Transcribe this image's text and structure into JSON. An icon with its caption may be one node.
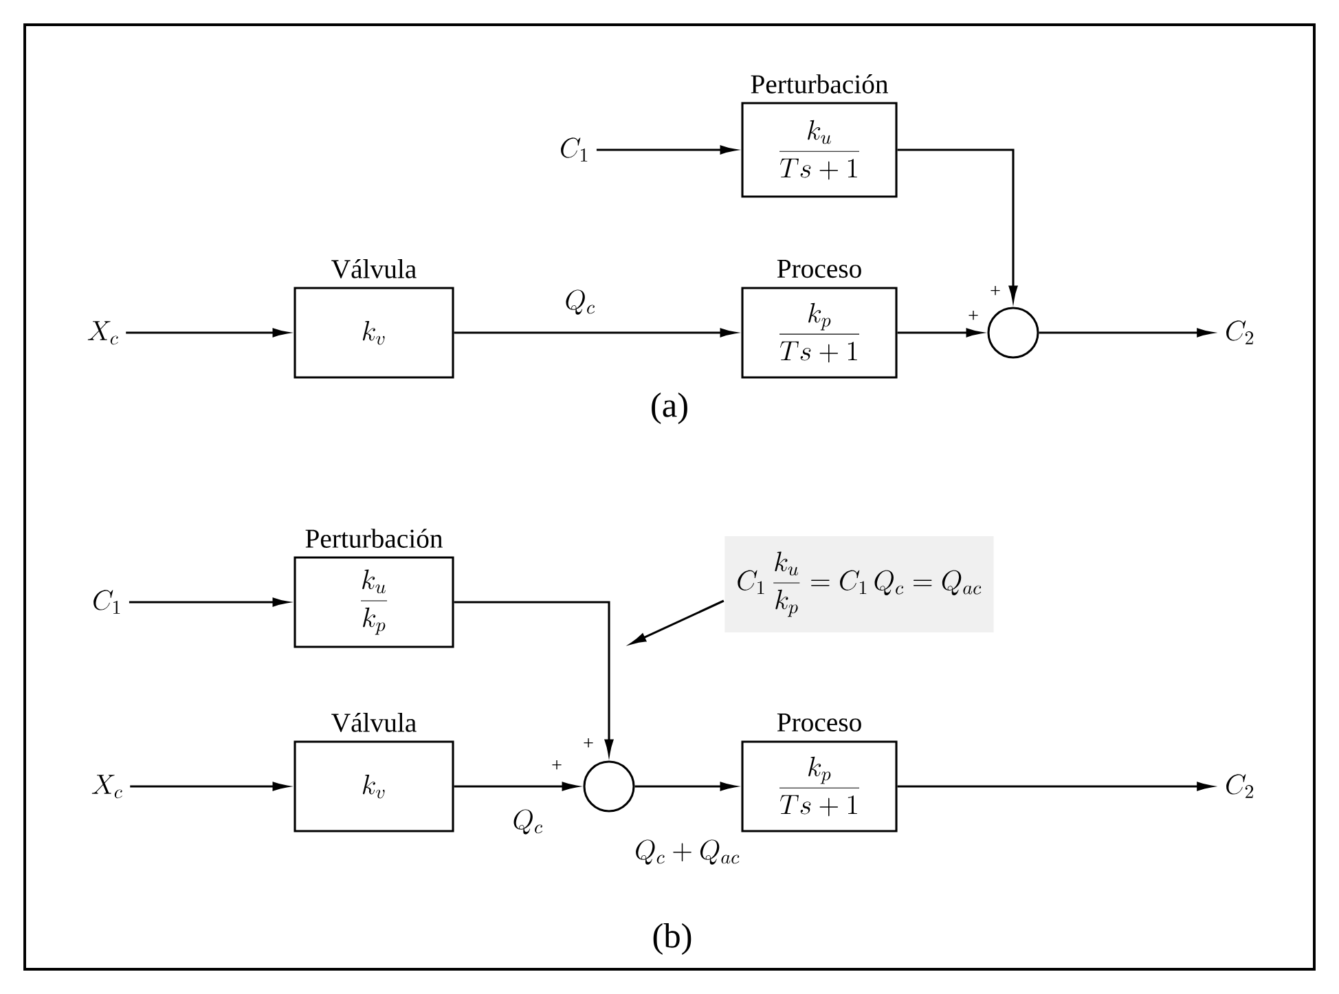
{
  "diagram": {
    "nodes": [
      {
        "text": [
          "X_c"
        ]
      },
      {
        "text": [
          "Válvula",
          "k_v"
        ]
      },
      {
        "text": [
          "C_1"
        ]
      },
      {
        "text": [
          "Perturbación",
          "\\frac{k_u}{Ts+1}"
        ]
      },
      {
        "text": [
          "Proceso",
          "\\frac{k_p}{Ts+1}"
        ]
      },
      {
        "text": [],
        "shape": "circle"
      },
      {
        "text": [
          "C_2"
        ]
      },
      {
        "text": [
          "C_1"
        ]
      },
      {
        "text": [
          "Perturbación",
          "\\frac{k_u}{k_p}"
        ]
      },
      {
        "text": [
          "X_c"
        ]
      },
      {
        "text": [
          "Válvula",
          "k_v"
        ]
      },
      {
        "text": [],
        "shape": "circle"
      },
      {
        "text": [
          "Proceso",
          "\\frac{k_p}{Ts+1}"
        ]
      },
      {
        "text": [
          "C_2"
        ]
      },
      {
        "text": [
          "C_1\\,\\frac{k_u}{k_p} = C_1\\,Q_c = Q_{ac}"
        ]
      }
    ],
    "edges": [
      {
        "from": 0,
        "to": 1,
        "arrow": "to"
      },
      {
        "from": 1,
        "to": 4,
        "arrow": "to",
        "label": "Q_c"
      },
      {
        "from": 2,
        "to": 3,
        "arrow": "to"
      },
      {
        "from": 3,
        "to": 5,
        "arrow": "to"
      },
      {
        "from": 4,
        "to": 5,
        "arrow": "to"
      },
      {
        "from": 5,
        "to": 6,
        "arrow": "to"
      },
      {
        "from": 7,
        "to": 8,
        "arrow": "to"
      },
      {
        "from": 8,
        "to": 11,
        "arrow": "to"
      },
      {
        "from": 9,
        "to": 10,
        "arrow": "to"
      },
      {
        "from": 10,
        "to": 11,
        "arrow": "to",
        "label": "Q_c"
      },
      {
        "from": 11,
        "to": 12,
        "arrow": "to",
        "label": "Q_c + Q_{ac}"
      },
      {
        "from": 12,
        "to": 13,
        "arrow": "to"
      },
      {
        "from": 14,
        "to": null,
        "arrow": "to"
      }
    ],
    "labels": [
      "+",
      "+",
      "(a)",
      "+",
      "+",
      "(b)"
    ]
  }
}
